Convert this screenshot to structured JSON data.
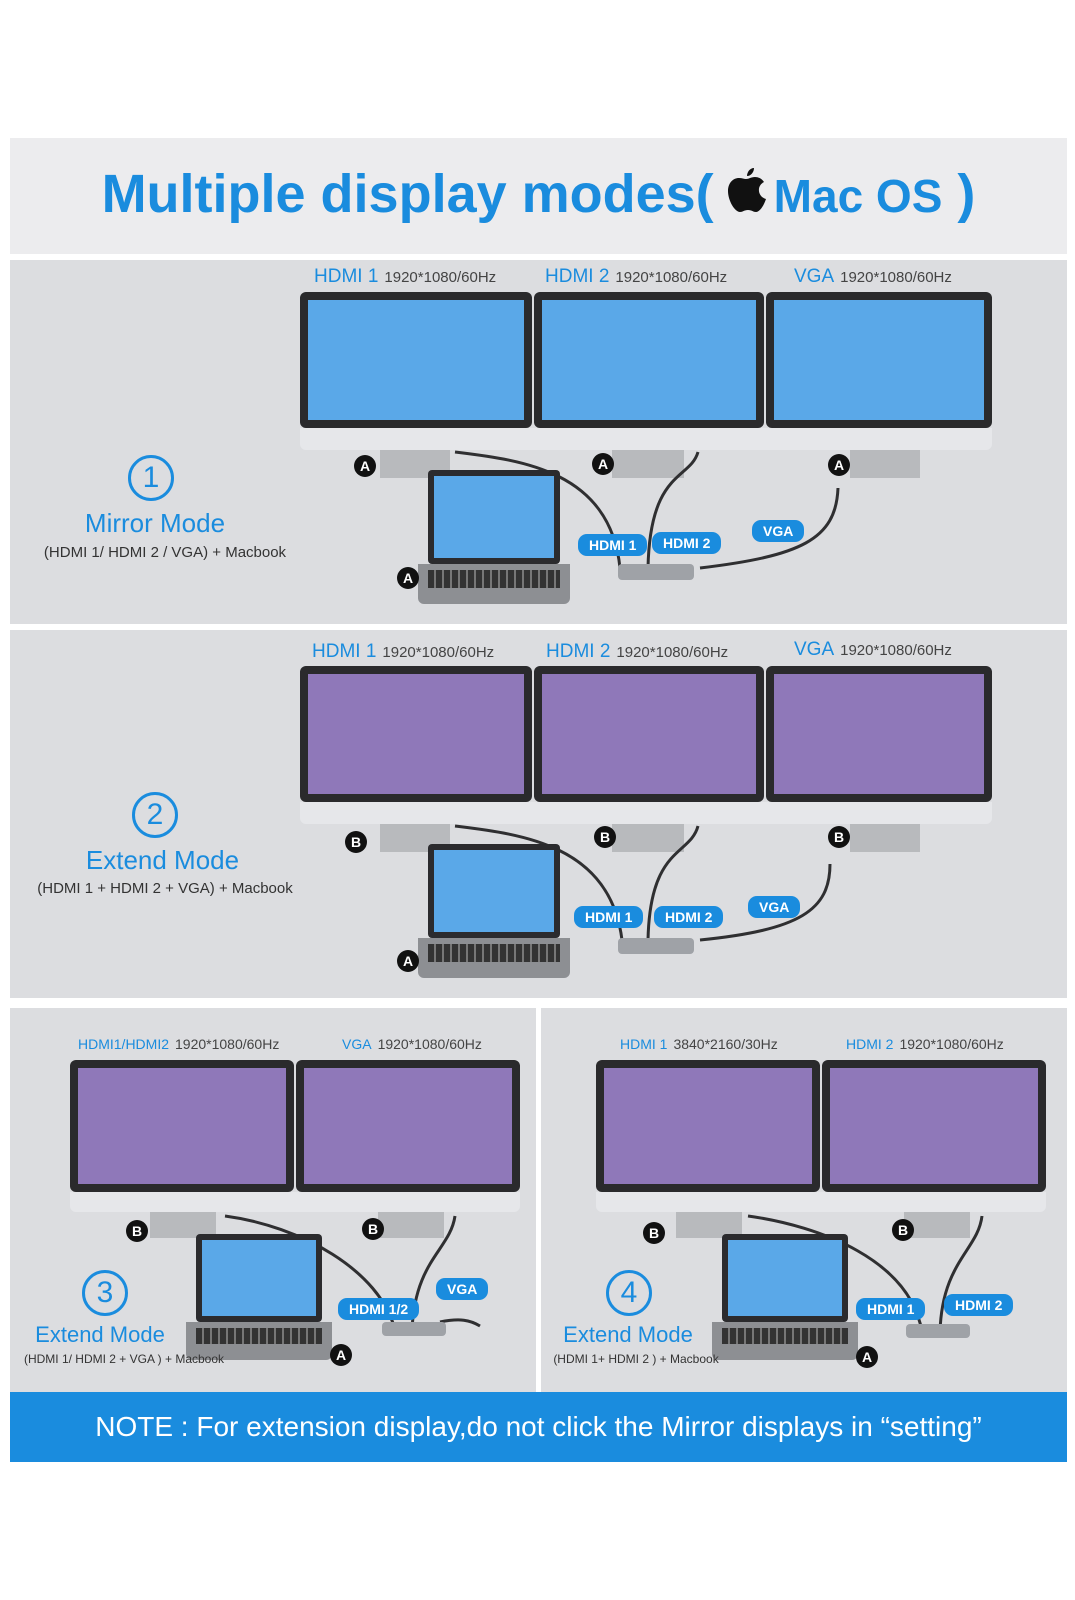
{
  "header": {
    "title_main": "Multiple display modes(",
    "title_os": "Mac OS",
    "title_end": ")"
  },
  "colors": {
    "accent": "#1a8cde",
    "mirror_screen": "#5aa8e8",
    "extend_screen": "#8f78b9",
    "panel": "#dcdde0"
  },
  "modes": [
    {
      "number": "1",
      "title": "Mirror Mode",
      "subtitle": "(HDMI 1/ HDMI 2 / VGA) + Macbook",
      "monitors": [
        {
          "port": "HDMI 1",
          "res": "1920*1080/60Hz"
        },
        {
          "port": "HDMI 2",
          "res": "1920*1080/60Hz"
        },
        {
          "port": "VGA",
          "res": "1920*1080/60Hz"
        }
      ],
      "badges": [
        "A",
        "A",
        "A",
        "A"
      ],
      "tags": [
        "HDMI 1",
        "HDMI 2",
        "VGA"
      ]
    },
    {
      "number": "2",
      "title": "Extend Mode",
      "subtitle": "(HDMI 1 + HDMI 2 + VGA) + Macbook",
      "monitors": [
        {
          "port": "HDMI 1",
          "res": "1920*1080/60Hz"
        },
        {
          "port": "HDMI 2",
          "res": "1920*1080/60Hz"
        },
        {
          "port": "VGA",
          "res": "1920*1080/60Hz"
        }
      ],
      "badges": [
        "B",
        "B",
        "B",
        "A"
      ],
      "tags": [
        "HDMI 1",
        "HDMI 2",
        "VGA"
      ]
    },
    {
      "number": "3",
      "title": "Extend Mode",
      "subtitle": "(HDMI 1/ HDMI 2 + VGA ) + Macbook",
      "monitors": [
        {
          "port": "HDMI1/HDMI2",
          "res": "1920*1080/60Hz"
        },
        {
          "port": "VGA",
          "res": "1920*1080/60Hz"
        }
      ],
      "badges": [
        "B",
        "B",
        "A"
      ],
      "tags": [
        "HDMI 1/2",
        "VGA"
      ]
    },
    {
      "number": "4",
      "title": "Extend Mode",
      "subtitle": "(HDMI 1+ HDMI 2 ) + Macbook",
      "monitors": [
        {
          "port": "HDMI 1",
          "res": "3840*2160/30Hz"
        },
        {
          "port": "HDMI 2",
          "res": "1920*1080/60Hz"
        }
      ],
      "badges": [
        "B",
        "B",
        "A"
      ],
      "tags": [
        "HDMI 1",
        "HDMI 2"
      ]
    }
  ],
  "note": "NOTE : For extension display,do not click the Mirror displays in “setting”"
}
